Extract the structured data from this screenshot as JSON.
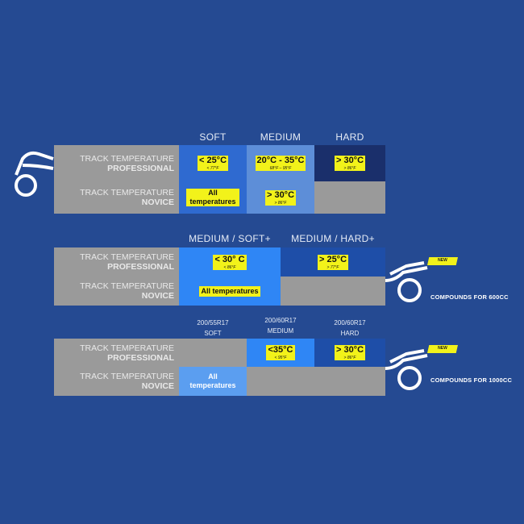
{
  "colors": {
    "background": "#254a92",
    "label_gray": "#9a9a9a",
    "highlight": "#f2f21a"
  },
  "row_labels": {
    "prof_line1": "TRACK TEMPERATURE",
    "prof_line2": "PROFESSIONAL",
    "nov_line1": "TRACK TEMPERATURE",
    "nov_line2": "NOVICE"
  },
  "table1": {
    "headers": [
      "SOFT",
      "MEDIUM",
      "HARD"
    ],
    "prof": [
      {
        "main": "< 25°C",
        "sub": "< 77°F"
      },
      {
        "main": "20°C  -  35°C",
        "sub": "68°F  –  95°F"
      },
      {
        "main": "> 30°C",
        "sub": "> 86°F"
      }
    ],
    "nov": [
      {
        "main": "All temperatures"
      },
      {
        "main": "> 30°C",
        "sub": "> 86°F"
      }
    ]
  },
  "table2": {
    "headers": [
      "MEDIUM / SOFT+",
      "MEDIUM / HARD+"
    ],
    "prof": [
      {
        "main": "< 30° C",
        "sub": "< 86°F"
      },
      {
        "main": "> 25°C",
        "sub": "> 77°F"
      }
    ],
    "nov": [
      {
        "main": "All temperatures"
      }
    ],
    "badge": "NEW",
    "caption": "COMPOUNDS FOR 600CC"
  },
  "table3": {
    "headers": [
      {
        "size": "200/55R17",
        "name": "SOFT"
      },
      {
        "size": "200/60R17",
        "name": "MEDIUM"
      },
      {
        "size": "200/60R17",
        "name": "HARD"
      }
    ],
    "prof": [
      {
        "main": "<35°C",
        "sub": "< 95°F"
      },
      {
        "main": "> 30°C",
        "sub": "> 86°F"
      }
    ],
    "nov": [
      {
        "main": "All temperatures"
      }
    ],
    "badge": "NEW",
    "caption": "COMPOUNDS FOR 1000CC"
  },
  "icons": [
    "motorcycle-icon-left",
    "motorcycle-icon-600cc",
    "motorcycle-icon-1000cc"
  ]
}
